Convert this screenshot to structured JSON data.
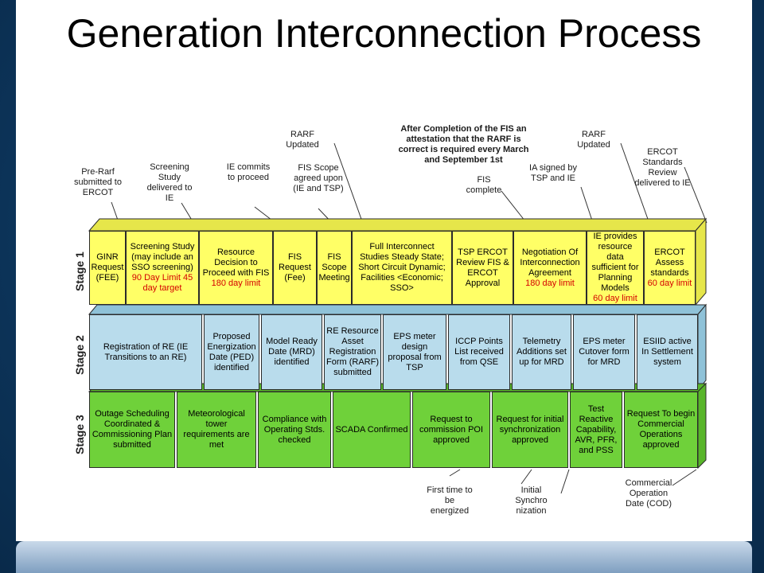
{
  "title": "Generation Interconnection Process",
  "stages": [
    "Stage 1",
    "Stage 2",
    "Stage 3"
  ],
  "top_notes": [
    "Pre-Rarf submitted to ERCOT",
    "Screening Study delivered to IE",
    "IE commits to proceed",
    "RARF Updated",
    "FIS Scope agreed upon (IE and TSP)",
    "After Completion of the FIS an attestation that the RARF is correct is required every March and September 1st",
    "FIS complete",
    "IA signed by TSP and IE",
    "RARF Updated",
    "ERCOT Standards Review delivered to IE"
  ],
  "bottom_notes": [
    "First time to be energized",
    "Initial Synchro nization",
    "Commercial Operation Date (COD)"
  ],
  "stage1": [
    {
      "text": "GINR Request",
      "sub": "(FEE)"
    },
    {
      "text": "Screening Study (may include an SSO screening)",
      "red": "90 Day Limit 45 day target"
    },
    {
      "text": "Resource Decision to Proceed with FIS",
      "red": "180 day limit"
    },
    {
      "text": "FIS Request",
      "sub": "(Fee)"
    },
    {
      "text": "FIS Scope Meeting"
    },
    {
      "text": "Full Interconnect Studies Steady State; Short Circuit Dynamic; Facilities <Economic; SSO>"
    },
    {
      "text": "TSP ERCOT Review FIS & ERCOT Approval"
    },
    {
      "text": "Negotiation Of Interconnection Agreement",
      "red": "180 day limit"
    },
    {
      "text": "IE provides resource data sufficient for Planning Models",
      "red": "60 day limit"
    },
    {
      "text": "ERCOT Assess standards",
      "red": "60 day limit"
    }
  ],
  "stage2": [
    "Registration of RE (IE Transitions to an RE)",
    "Proposed Energization Date (PED) identified",
    "Model Ready Date (MRD) identified",
    "RE Resource Asset Registration Form (RARF) submitted",
    "EPS meter design proposal from TSP",
    "ICCP Points List received from QSE",
    "Telemetry Additions set up for MRD",
    "EPS meter Cutover form for MRD",
    "ESIID active In Settlement system"
  ],
  "stage3": [
    "Outage Scheduling Coordinated & Commissioning Plan submitted",
    "Meteorological tower requirements are met",
    "Compliance with Operating Stds. checked",
    "SCADA Confirmed",
    "Request to commission POI approved",
    "Request for initial synchronization approved",
    "Test Reactive Capability, AVR, PFR, and PSS",
    "Request To begin Commercial Operations approved"
  ],
  "colors": {
    "stage1": "#ffff66",
    "stage2": "#b9dcec",
    "stage3": "#6fd13a",
    "limit": "#d40000"
  }
}
